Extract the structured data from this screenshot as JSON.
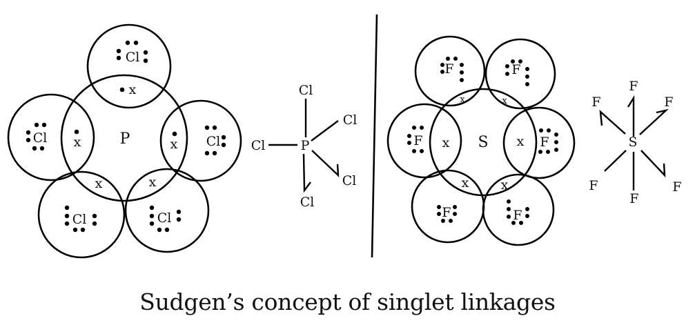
{
  "caption": "Sudgen’s concept of singlet linkages",
  "pcl5": {
    "central": {
      "symbol": "P"
    },
    "ligand_symbol": "Cl",
    "shared_marker": "x",
    "lewis_ligands": [
      {
        "id": "top",
        "symbol": "Cl",
        "shared": [
          "dot",
          "x"
        ]
      },
      {
        "id": "left",
        "symbol": "Cl",
        "shared": [
          "dot",
          "x"
        ]
      },
      {
        "id": "right",
        "symbol": "Cl",
        "shared": [
          "dot",
          "x"
        ]
      },
      {
        "id": "bottom-left",
        "symbol": "Cl",
        "shared": [
          "x"
        ]
      },
      {
        "id": "bottom-right",
        "symbol": "Cl",
        "shared": [
          "x"
        ]
      }
    ],
    "structure_labels": {
      "central": "P",
      "top": "Cl",
      "upper_right": "Cl",
      "left": "Cl",
      "lower_right": "Cl",
      "bottom": "Cl"
    }
  },
  "sf6": {
    "central": {
      "symbol": "S"
    },
    "ligand_symbol": "F",
    "shared_marker": "x",
    "lewis_ligands": [
      {
        "id": "top-left",
        "symbol": "F"
      },
      {
        "id": "top-right",
        "symbol": "F"
      },
      {
        "id": "left",
        "symbol": "F"
      },
      {
        "id": "right",
        "symbol": "F"
      },
      {
        "id": "bottom-left",
        "symbol": "F"
      },
      {
        "id": "bottom-right",
        "symbol": "F"
      }
    ],
    "structure_labels": {
      "central": "S",
      "top": "F",
      "top_left": "F",
      "top_right": "F",
      "bottom_left": "F",
      "bottom": "F",
      "bottom_right": "F"
    }
  }
}
